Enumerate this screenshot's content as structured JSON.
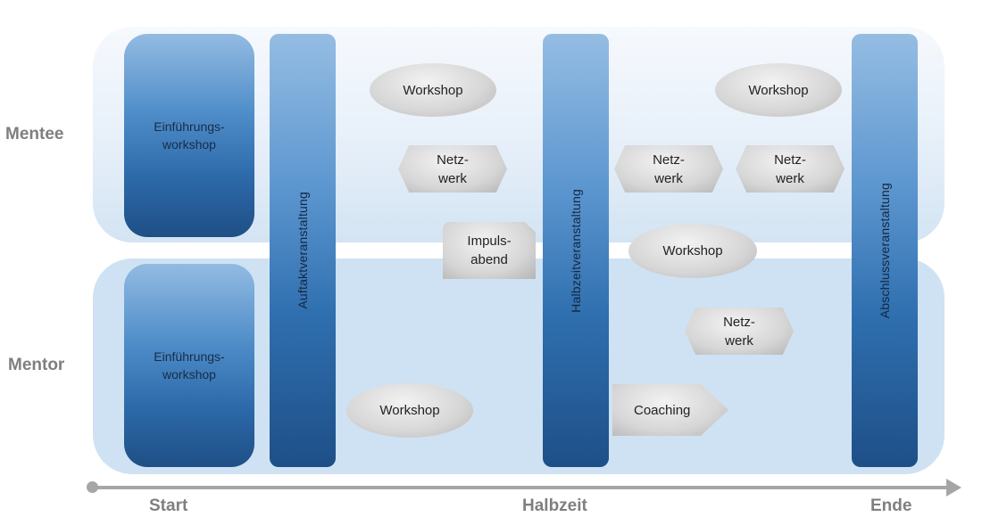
{
  "lanes": [
    {
      "role": "Mentee",
      "intro": "Einführungs-\nworkshop"
    },
    {
      "role": "Mentor",
      "intro": "Einführungs-\nworkshop"
    }
  ],
  "milestones": [
    {
      "label": "Auftaktveranstaltung"
    },
    {
      "label": "Halbzeitveranstaltung"
    },
    {
      "label": "Abschlussveranstaltung"
    }
  ],
  "activities": {
    "workshop_mentee_1": "Workshop",
    "workshop_mentee_2": "Workshop",
    "workshop_shared": "Workshop",
    "workshop_mentor": "Workshop",
    "netzwerk_mentee_1": "Netz-\nwerk",
    "netzwerk_mentee_2": "Netz-\nwerk",
    "netzwerk_mentee_3": "Netz-\nwerk",
    "netzwerk_mentor": "Netz-\nwerk",
    "impulsabend": "Impuls-\nabend",
    "coaching": "Coaching"
  },
  "timeline": {
    "start": "Start",
    "middle": "Halbzeit",
    "end": "Ende"
  },
  "colors": {
    "milestone_blue": "#2f6faf",
    "activity_grey": "#d6d6d6",
    "label_grey": "#7f7f7f"
  }
}
